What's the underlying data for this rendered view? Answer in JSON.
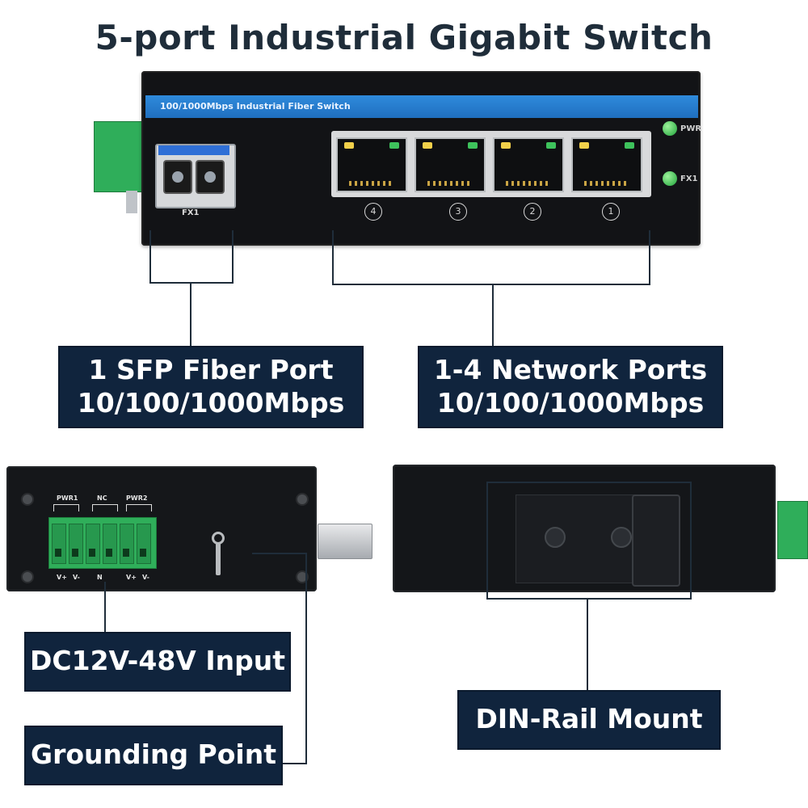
{
  "title": "5-port Industrial Gigabit Switch",
  "device_front": {
    "band_text": "100/1000Mbps Industrial Fiber Switch",
    "sfp_label": "FX1",
    "port_numbers": [
      "4",
      "3",
      "2",
      "1"
    ],
    "led_labels": [
      "PWR",
      "FX1"
    ]
  },
  "callouts": {
    "sfp": {
      "line1": "1 SFP Fiber Port",
      "line2": "10/100/1000Mbps"
    },
    "network": {
      "line1": "1-4 Network Ports",
      "line2": "10/100/1000Mbps"
    },
    "dc_input": "DC12V-48V Input",
    "grounding": "Grounding Point",
    "din_rail": "DIN-Rail Mount"
  },
  "terminal": {
    "group_labels": [
      "PWR1",
      "NC",
      "PWR2"
    ],
    "pin_labels": [
      "V+",
      "V-",
      "N",
      "",
      "V+",
      "V-"
    ]
  },
  "colors": {
    "label_bg": "#10243d",
    "band_blue": "#1f6fbf",
    "terminal_green": "#2fae5a",
    "device_black": "#121316"
  }
}
